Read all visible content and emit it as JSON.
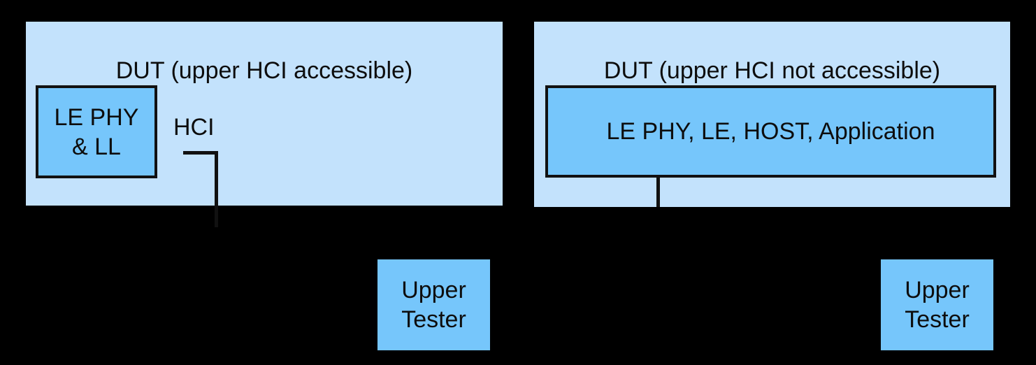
{
  "colors": {
    "background": "#000000",
    "panel_fill": "#c3e2fc",
    "block_fill": "#76c6fb",
    "stroke": "#111111",
    "text": "#0d0d0d"
  },
  "diagram": {
    "left": {
      "panel_title": "DUT (upper HCI accessible)",
      "inner_block_label": "LE PHY\n& LL",
      "interface_label": "HCI",
      "tester_label": "Upper\nTester"
    },
    "right": {
      "panel_title": "DUT (upper HCI not accessible)",
      "inner_block_label": "LE PHY, LE, HOST, Application",
      "tester_label": "Upper\nTester"
    }
  }
}
